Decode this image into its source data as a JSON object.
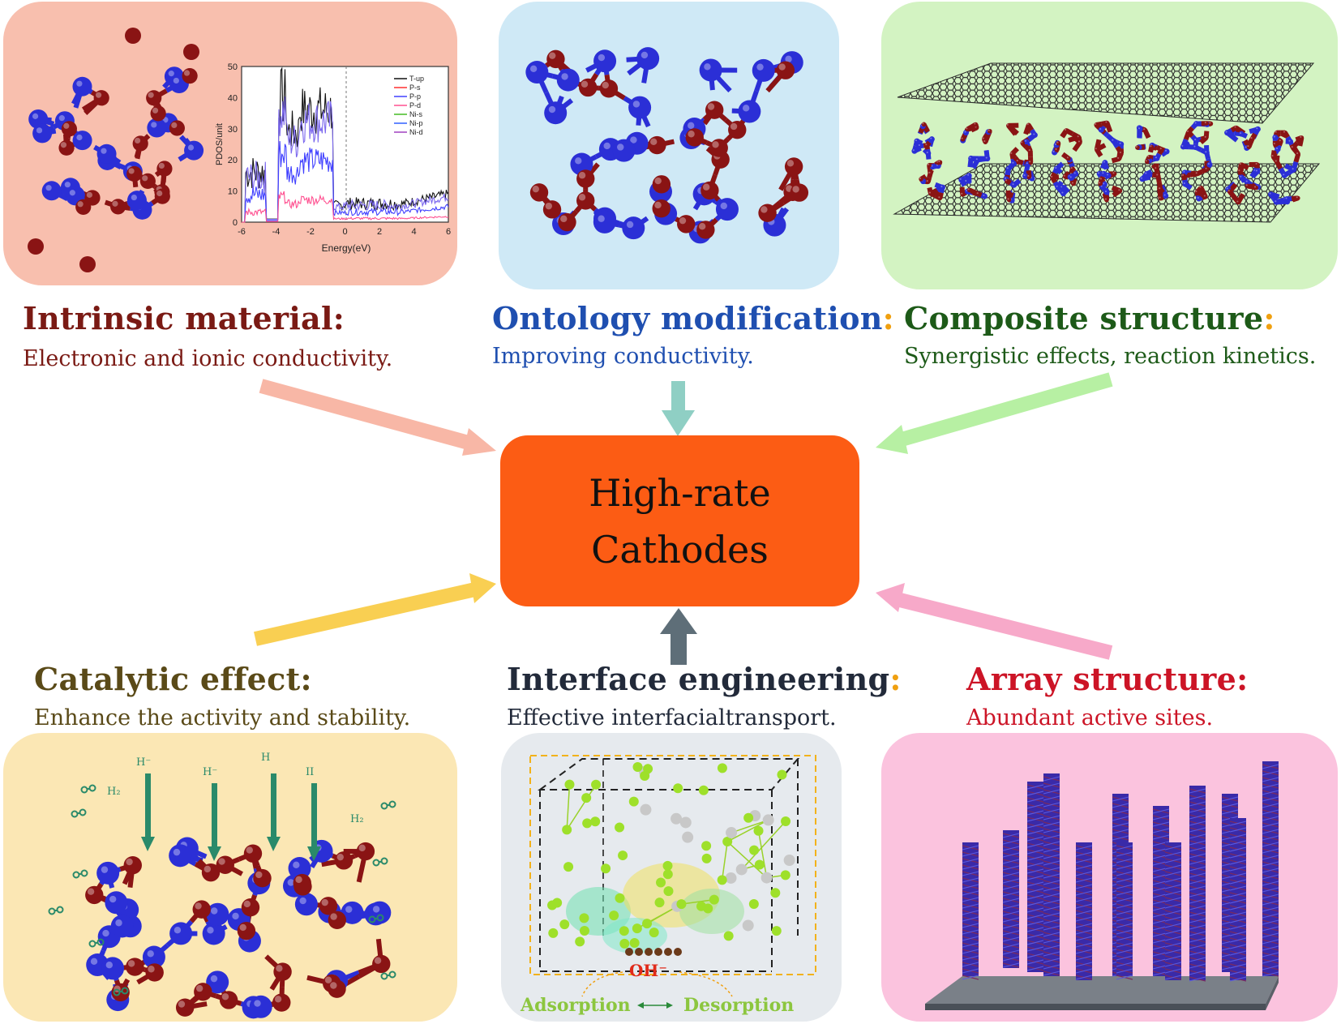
{
  "center": {
    "line1": "High-rate",
    "line2": "Cathodes",
    "color": "#fc5c14"
  },
  "strategies": {
    "intrinsic": {
      "title": "Intrinsic material:",
      "description": "Electronic and ionic conductivity.",
      "color": "#7a1a14",
      "panel_color": "#f8bfae"
    },
    "ontology": {
      "title": "Ontology modification",
      "colon": ":",
      "description": "Improving conductivity.",
      "color": "#1f4fb0",
      "panel_color": "#cfe9f6"
    },
    "composite": {
      "title": "Composite structure",
      "colon": ":",
      "description": "Synergistic effects, reaction kinetics.",
      "color": "#1d5a18",
      "panel_color": "#d3f3c2"
    },
    "catalytic": {
      "title": "Catalytic effect:",
      "description": "Enhance the activity and stability.",
      "color": "#5a4a18",
      "panel_color": "#fbe7b4"
    },
    "interface": {
      "title": "Interface engineering",
      "colon": ":",
      "description": "Effective interfacialtransport.",
      "color": "#222a3a",
      "panel_color": "#e6eaee"
    },
    "array": {
      "title": "Array structure:",
      "description": "Abundant active sites.",
      "color": "#cc1426",
      "panel_color": "#fbc3de"
    }
  },
  "pdos_plot": {
    "ylabel": "PDOS/unit",
    "xlabel": "Energy(eV)",
    "y_ticks": [
      "0",
      "10",
      "20",
      "30",
      "40",
      "50"
    ],
    "x_ticks": [
      "-6",
      "-4",
      "-2",
      "0",
      "2",
      "4",
      "6"
    ],
    "legend": [
      "T-up",
      "P-s",
      "P-p",
      "P-d",
      "Ni-s",
      "Ni-p",
      "Ni-d"
    ]
  },
  "catalytic_labels": {
    "h_minus_1": "H⁻",
    "h_minus_2": "H⁻",
    "h": "H",
    "h2_1": "H₂",
    "h2_2": "H₂",
    "ii": "II"
  },
  "interface_labels": {
    "oh": "OH⁻",
    "adsorption": "Adsorption",
    "desorption": "Desorption"
  },
  "colors": {
    "metal_atom": "#2b2fd6",
    "nonmetal_atom": "#8a1414",
    "graphene": "#2a2a2a",
    "arrow_gray": "#5e6e78"
  }
}
